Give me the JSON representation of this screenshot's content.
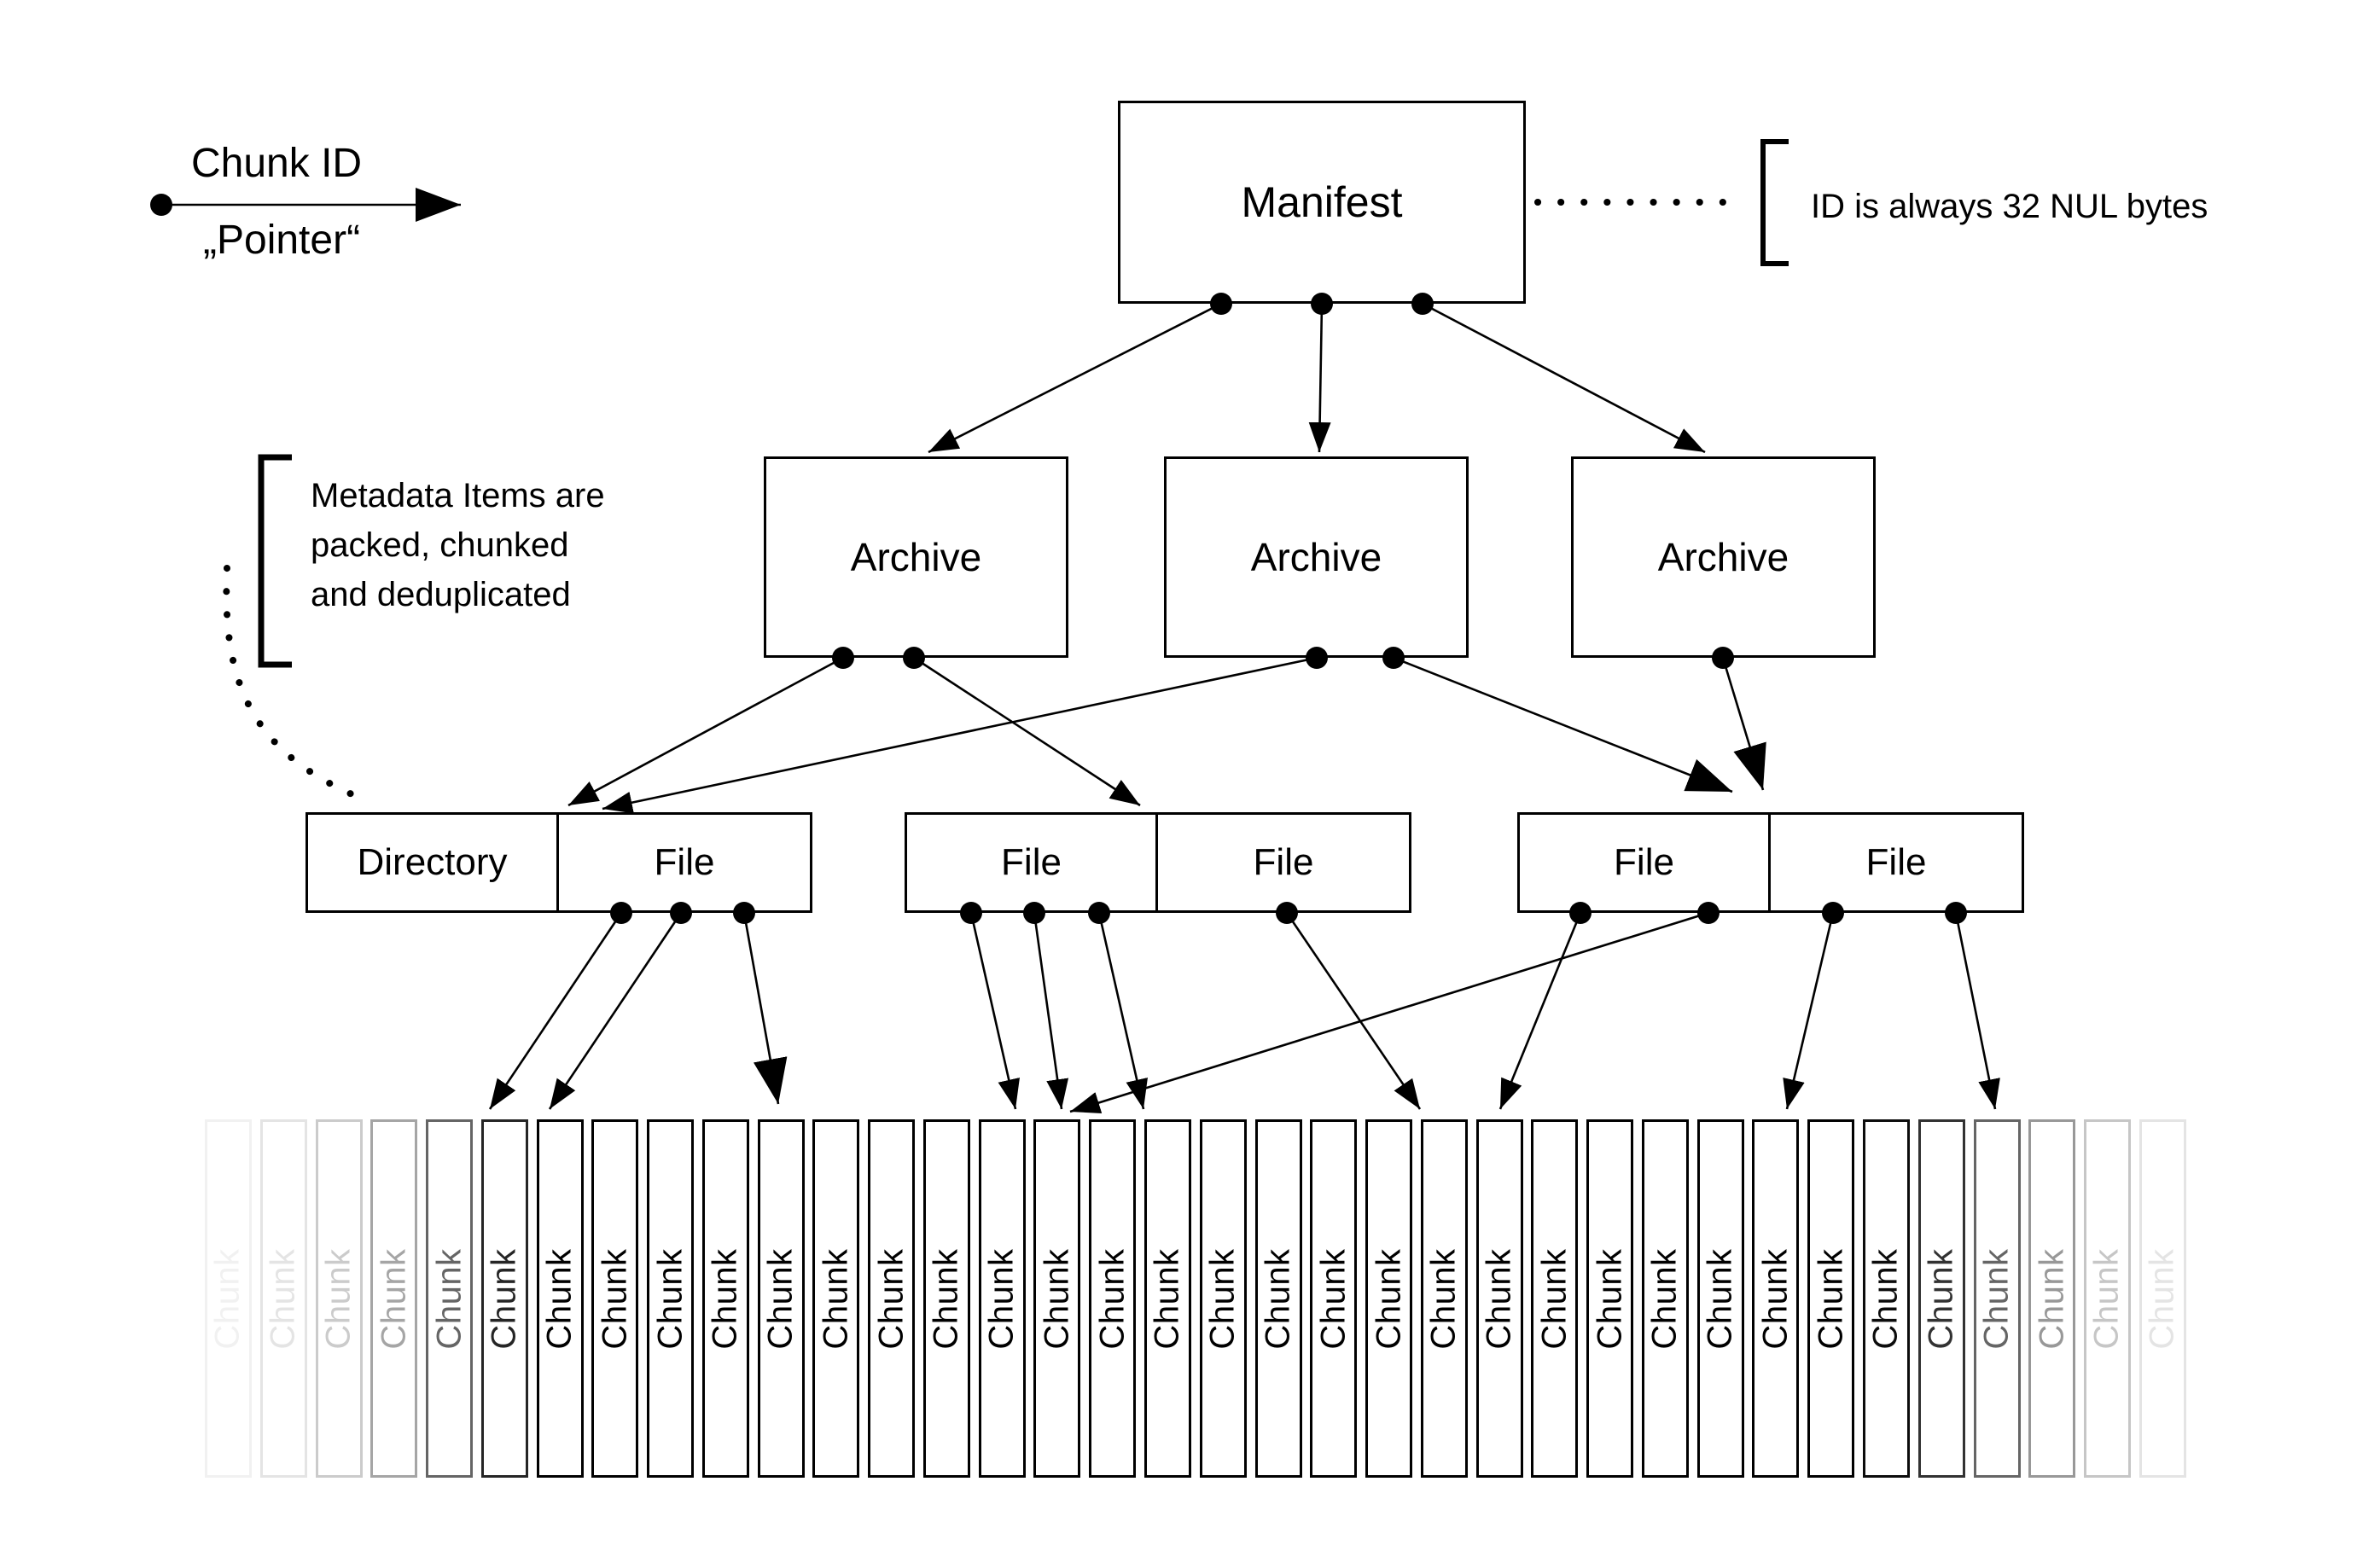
{
  "colors": {
    "background": "#ffffff",
    "line": "#000000",
    "box_border": "#000000",
    "text": "#000000"
  },
  "legend": {
    "title": "Chunk ID",
    "subtitle": "„Pointer“"
  },
  "annotations": {
    "manifest_note": "ID is always 32 NUL bytes",
    "metadata_note_lines": [
      "Metadata Items are",
      "packed, chunked",
      "and deduplicated"
    ]
  },
  "nodes": {
    "manifest": {
      "label": "Manifest"
    },
    "archives": [
      {
        "label": "Archive"
      },
      {
        "label": "Archive"
      },
      {
        "label": "Archive"
      }
    ],
    "file_groups": [
      {
        "cells": [
          {
            "label": "Directory"
          },
          {
            "label": "File"
          }
        ]
      },
      {
        "cells": [
          {
            "label": "File"
          },
          {
            "label": "File"
          }
        ]
      },
      {
        "cells": [
          {
            "label": "File"
          },
          {
            "label": "File"
          }
        ]
      }
    ]
  },
  "chunks": {
    "label": "Chunk",
    "count": 36,
    "opacities": [
      0.05,
      0.1,
      0.2,
      0.35,
      0.6,
      0.85,
      1,
      1,
      1,
      1,
      1,
      1,
      1,
      1,
      1,
      1,
      1,
      1,
      1,
      1,
      1,
      1,
      1,
      1,
      1,
      1,
      1,
      1,
      1,
      1,
      0.95,
      0.8,
      0.6,
      0.4,
      0.22,
      0.1
    ]
  }
}
